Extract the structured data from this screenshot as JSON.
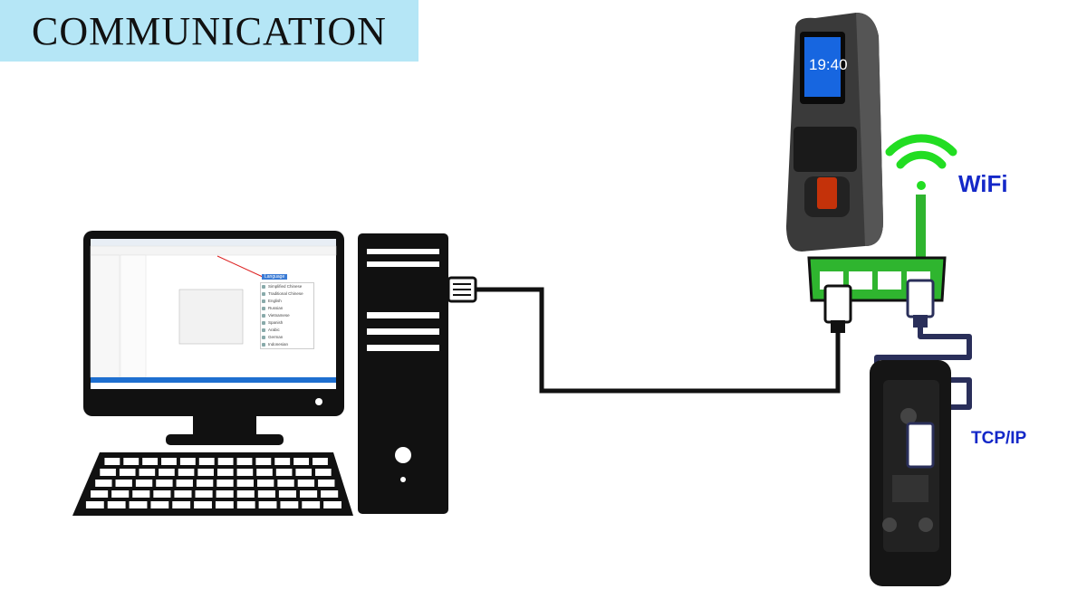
{
  "title": "COMMUNICATION",
  "labels": {
    "wifi": "WiFi",
    "tcp": "TCP/IP"
  },
  "device_clock": "19:40",
  "software": {
    "language_button": "Language",
    "languages": [
      "Simplified Chinese",
      "Traditional Chinese",
      "English",
      "Russian",
      "Vietnamese",
      "Spanish",
      "Arabic",
      "German",
      "Indonesian"
    ]
  },
  "colors": {
    "banner": "#b5e6f6",
    "router": "#2fb52f",
    "wifi": "#22dd22",
    "label": "#1428c8",
    "cable": "#111111",
    "cable_tcp": "#2a2f5a"
  }
}
